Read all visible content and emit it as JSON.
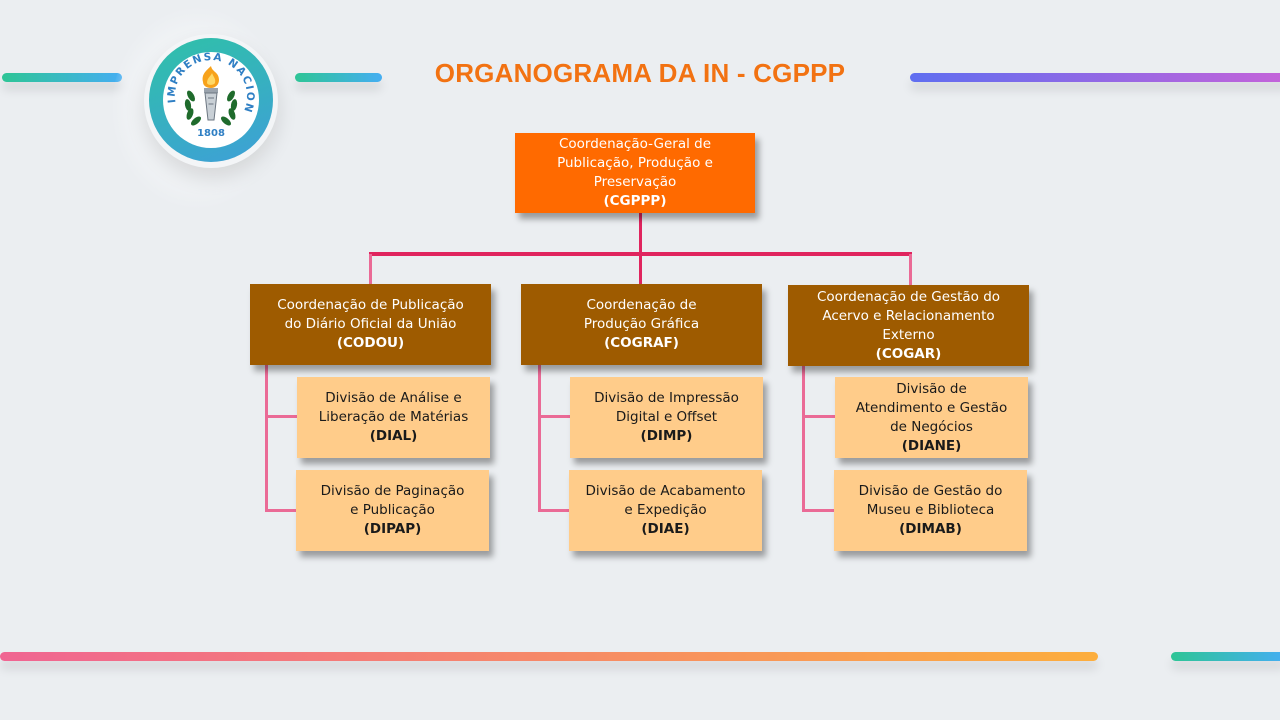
{
  "page": {
    "title": "ORGANOGRAMA DA IN - CGPPP",
    "accent_title_color": "#f27212"
  },
  "logo": {
    "name": "Imprensa Nacional emblem",
    "ring_text": "IMPRENSA NACIONAL",
    "year": "1808"
  },
  "org": {
    "root": {
      "lines": [
        "Coordenação-Geral de",
        "Publicação, Produção e",
        "Preservação"
      ],
      "code": "(CGPPP)"
    },
    "coordinations": [
      {
        "lines": [
          "Coordenação de Publicação",
          "do Diário Oficial da União"
        ],
        "code": "(CODOU)",
        "divisions": [
          {
            "lines": [
              "Divisão de Análise e",
              "Liberação de Matérias"
            ],
            "code": "(DIAL)"
          },
          {
            "lines": [
              "Divisão de Paginação",
              "e Publicação"
            ],
            "code": "(DIPAP)"
          }
        ]
      },
      {
        "lines": [
          "Coordenação de",
          "Produção Gráfica"
        ],
        "code": "(COGRAF)",
        "divisions": [
          {
            "lines": [
              "Divisão de Impressão",
              "Digital e Offset"
            ],
            "code": "(DIMP)"
          },
          {
            "lines": [
              "Divisão de Acabamento",
              "e Expedição"
            ],
            "code": "(DIAE)"
          }
        ]
      },
      {
        "lines": [
          "Coordenação de Gestão do",
          "Acervo e Relacionamento",
          "Externo"
        ],
        "code": "(COGAR)",
        "divisions": [
          {
            "lines": [
              "Divisão de",
              "Atendimento e Gestão",
              "de Negócios"
            ],
            "code": "(DIANE)"
          },
          {
            "lines": [
              "Divisão de Gestão do",
              "Museu e Biblioteca"
            ],
            "code": "(DIMAB)"
          }
        ]
      }
    ]
  }
}
